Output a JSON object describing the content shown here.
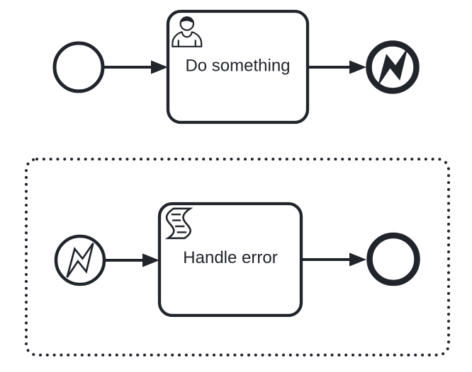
{
  "colors": {
    "stroke": "#22242c",
    "background": "#ffffff"
  },
  "main_process": {
    "start_event": {
      "icon": "start-event-circle"
    },
    "user_task": {
      "label": "Do something",
      "icon": "user-icon"
    },
    "error_end_event": {
      "icon": "error-bolt-icon"
    }
  },
  "event_subprocess": {
    "error_start_event": {
      "icon": "error-bolt-icon"
    },
    "script_task": {
      "label": "Handle error",
      "icon": "script-icon"
    },
    "end_event": {
      "icon": "end-event-circle"
    }
  }
}
